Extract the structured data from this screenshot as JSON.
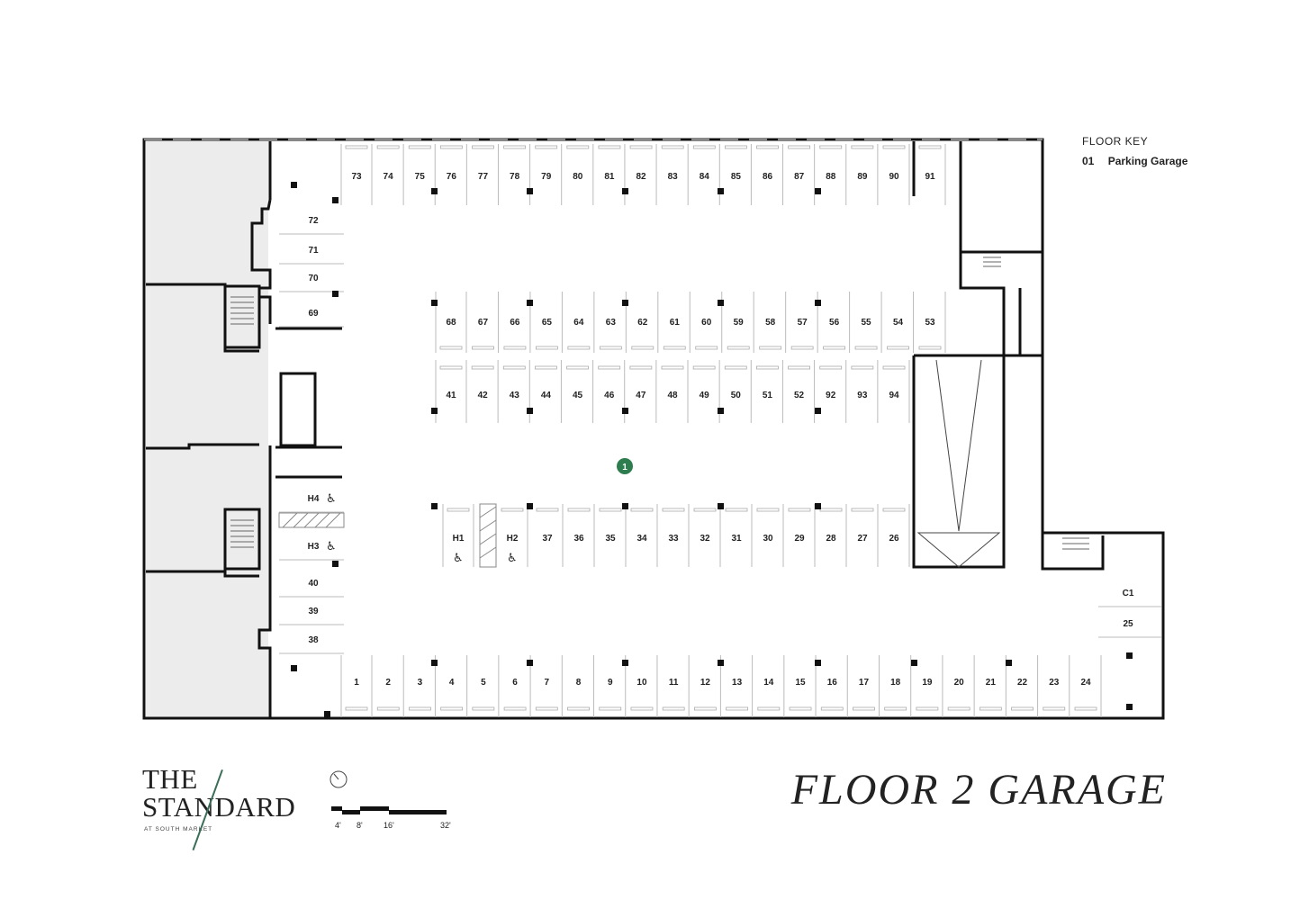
{
  "floor_key": {
    "title": "FLOOR KEY",
    "items": [
      {
        "number": "01",
        "label": "Parking Garage"
      }
    ]
  },
  "floor_title": "FLOOR 2 GARAGE",
  "logo": {
    "line1": "THE",
    "line2": "STANDARD",
    "line3": "AT SOUTH MARKET"
  },
  "scale_bar": {
    "labels": [
      "4'",
      "8'",
      "16'",
      "32'"
    ]
  },
  "zone_marker": {
    "label": "1",
    "color": "#2e7d4f"
  },
  "colors": {
    "wall": "#111111",
    "shaded_area": "#ececec",
    "stall_line": "#bbbbbb",
    "accent": "#2e7d4f"
  },
  "stalls": {
    "top_row": [
      "73",
      "74",
      "75",
      "76",
      "77",
      "78",
      "79",
      "80",
      "81",
      "82",
      "83",
      "84",
      "85",
      "86",
      "87",
      "88",
      "89",
      "90",
      "91"
    ],
    "left_upper": [
      "72",
      "71",
      "70",
      "69"
    ],
    "row_upper_a": [
      "68",
      "67",
      "66",
      "65",
      "64",
      "63",
      "62",
      "61",
      "60",
      "59",
      "58",
      "57",
      "56",
      "55",
      "54",
      "53"
    ],
    "row_upper_b": [
      "41",
      "42",
      "43",
      "44",
      "45",
      "46",
      "47",
      "48",
      "49",
      "50",
      "51",
      "52",
      "92",
      "93",
      "94"
    ],
    "row_lower": [
      "H1",
      "H2",
      "37",
      "36",
      "35",
      "34",
      "33",
      "32",
      "31",
      "30",
      "29",
      "28",
      "27",
      "26"
    ],
    "left_lower": [
      "H4",
      "H3",
      "40",
      "39",
      "38"
    ],
    "right_small": [
      "C1",
      "25"
    ],
    "bottom_row": [
      "1",
      "2",
      "3",
      "4",
      "5",
      "6",
      "7",
      "8",
      "9",
      "10",
      "11",
      "12",
      "13",
      "14",
      "15",
      "16",
      "17",
      "18",
      "19",
      "20",
      "21",
      "22",
      "23",
      "24"
    ]
  }
}
